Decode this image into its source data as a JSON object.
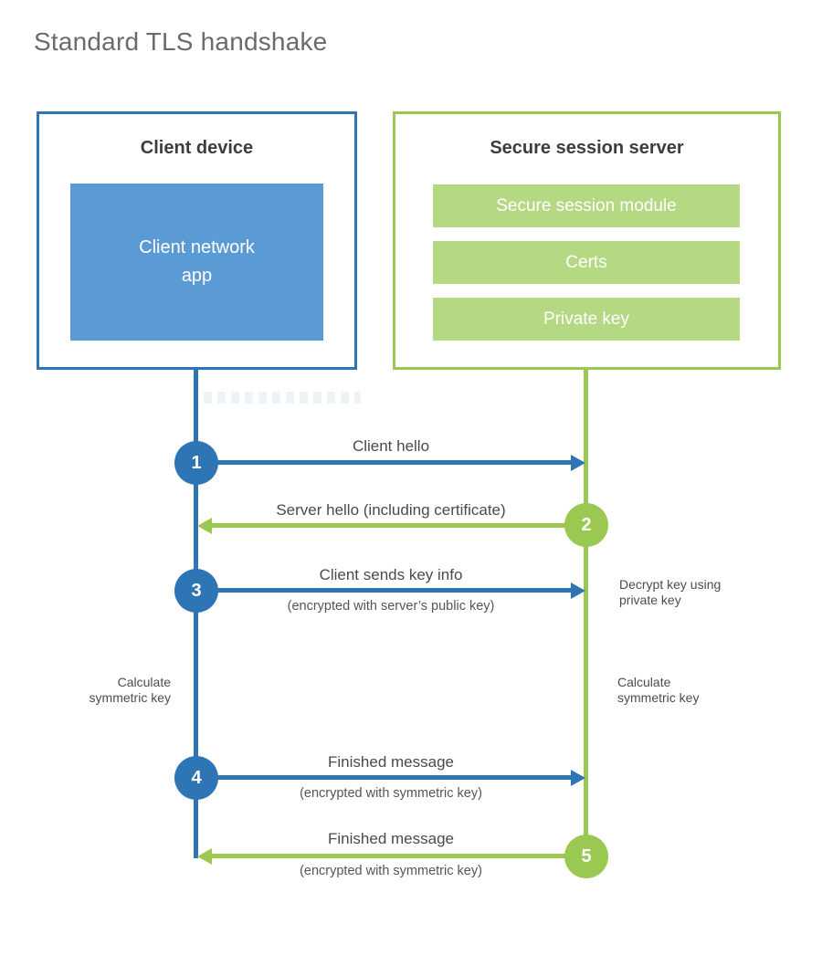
{
  "title": "Standard TLS handshake",
  "colors": {
    "blue": "#2e75b6",
    "blue_fill": "#5b9bd5",
    "green": "#9bc850",
    "green_fill": "#b5d883",
    "heading_text": "#3d3d3d",
    "label_text": "#4a4a4a"
  },
  "client": {
    "title": "Client device",
    "app_line1": "Client network",
    "app_line2": "app"
  },
  "server": {
    "title": "Secure session server",
    "modules": [
      "Secure session module",
      "Certs",
      "Private key"
    ]
  },
  "steps": [
    {
      "num": "1",
      "actor": "client",
      "direction": "right",
      "label": "Client hello",
      "sub": ""
    },
    {
      "num": "2",
      "actor": "server",
      "direction": "left",
      "label": "Server hello (including certificate)",
      "sub": ""
    },
    {
      "num": "3",
      "actor": "client",
      "direction": "right",
      "label": "Client sends key info",
      "sub": "(encrypted with server’s public key)"
    },
    {
      "num": "4",
      "actor": "client",
      "direction": "right",
      "label": "Finished message",
      "sub": "(encrypted with symmetric key)"
    },
    {
      "num": "5",
      "actor": "server",
      "direction": "left",
      "label": "Finished message",
      "sub": "(encrypted with symmetric key)"
    }
  ],
  "notes": {
    "decrypt": {
      "line1": "Decrypt key using",
      "line2": "private key"
    },
    "calc_left": {
      "line1": "Calculate",
      "line2": "symmetric key"
    },
    "calc_right": {
      "line1": "Calculate",
      "line2": "symmetric key"
    }
  }
}
